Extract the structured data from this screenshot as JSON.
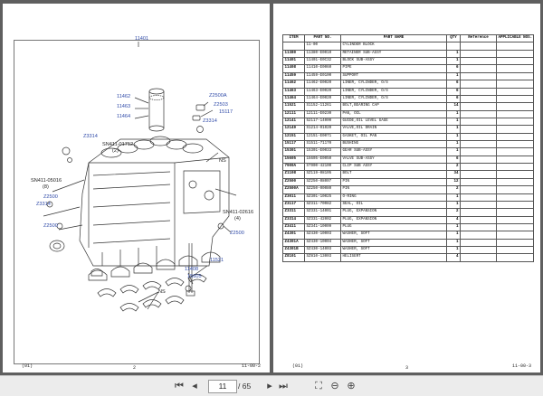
{
  "left_page": {
    "assembly_no": "11401",
    "footer_left": "(01)",
    "page_number": "2",
    "footer_right": "11-00-2",
    "callouts": {
      "c11462": "11462",
      "c11463": "11463",
      "c11464": "11464",
      "c22500a": "Z2500A",
      "c22503": "Z2503",
      "c15117": "15117",
      "c23314a": "Z3314",
      "c23314b": "Z3314",
      "csn411_01712": "SN411-01712",
      "csn411_01712_q": "(2)",
      "cns1": "NS",
      "csn411_05016": "SN411-05016",
      "csn411_05016_q": "(8)",
      "c22500b": "Z2500",
      "c23314c": "Z3314",
      "csn411_02616": "SN411-02616",
      "csn411_02616_q": "(4)",
      "c22500c": "Z2500",
      "c22500d": "Z2500",
      "c11521": "11521",
      "c11408": "11408",
      "c15605": "15605",
      "cns2": "NS"
    }
  },
  "right_page": {
    "footer_left": "(01)",
    "page_number": "3",
    "footer_right": "11-00-3",
    "table": {
      "headers": [
        "ITEM",
        "PART NO.",
        "PART NAME",
        "QTY",
        "Reference",
        "APPLICABLE NOS."
      ],
      "rows": [
        [
          "",
          "11-00",
          "CYLINDER BLOCK",
          "",
          "",
          ""
        ],
        [
          "11380",
          "11380-E0010",
          "RETAINER SUB-ASSY",
          "1",
          "",
          ""
        ],
        [
          "11401",
          "11401-E0C32",
          "BLOCK SUB-ASSY",
          "1",
          "",
          ""
        ],
        [
          "11408",
          "11410-E0060",
          "PIPE",
          "6",
          "",
          ""
        ],
        [
          "11459",
          "11459-E0100",
          "SUPPORT",
          "1",
          "",
          ""
        ],
        [
          "11462",
          "11462-E0020",
          "LINER, CYLINDER, O/S",
          "6",
          "",
          ""
        ],
        [
          "11463",
          "11463-E0020",
          "LINER, CYLINDER, O/S",
          "6",
          "",
          ""
        ],
        [
          "11464",
          "11464-E0020",
          "LINER, CYLINDER, O/S",
          "6",
          "",
          ""
        ],
        [
          "11521",
          "S1152-11261",
          "BOLT,BEARING CAP",
          "14",
          "",
          ""
        ],
        [
          "12111",
          "12111-E0230",
          "PAN, OIL",
          "1",
          "",
          ""
        ],
        [
          "12141",
          "52117-14000",
          "GUIDE,OIL LEVEL GAGE",
          "1",
          "",
          ""
        ],
        [
          "12149",
          "S1214-01020",
          "VALVE,OIL DRAIN",
          "1",
          "",
          ""
        ],
        [
          "12151",
          "12151-E0071",
          "GASKET, OIL PAN",
          "1",
          "",
          ""
        ],
        [
          "15117",
          "S1511-71170",
          "BUSHING",
          "1",
          "",
          ""
        ],
        [
          "15301",
          "15301-E0033",
          "GEAR SUB-ASSY",
          "1",
          "",
          ""
        ],
        [
          "15605",
          "15605-E0050",
          "VALVE SUB-ASSY",
          "6",
          "",
          ""
        ],
        [
          "7900A",
          "S7900-42100",
          "CLIP SUB ASSY",
          "2",
          "",
          ""
        ],
        [
          "Z1108",
          "SZ119-08105",
          "BOLT",
          "34",
          "",
          ""
        ],
        [
          "Z2500",
          "SZ250-08007",
          "PIN",
          "12",
          "",
          ""
        ],
        [
          "Z2500A",
          "SZ250-00080",
          "PIN",
          "2",
          "",
          ""
        ],
        [
          "Z3011",
          "SZ301-10025",
          "O-RING",
          "1",
          "",
          ""
        ],
        [
          "Z3117",
          "SZ311-70082",
          "SEAL, OIL",
          "1",
          "",
          ""
        ],
        [
          "Z3311",
          "SZ331-14001",
          "PLUG, EXPANSION",
          "2",
          "",
          ""
        ],
        [
          "Z3314",
          "SZ331-42002",
          "PLUG, EXPANSION",
          "4",
          "",
          ""
        ],
        [
          "Z3411",
          "SZ341-10009",
          "PLUG",
          "1",
          "",
          ""
        ],
        [
          "Z4301",
          "SZ430-10003",
          "WASHER, SOFT",
          "1",
          "",
          ""
        ],
        [
          "Z4301A",
          "SZ430-10004",
          "WASHER, SOFT",
          "1",
          "",
          ""
        ],
        [
          "Z4301B",
          "SZ430-14003",
          "WASHER, SOFT",
          "1",
          "",
          ""
        ],
        [
          "Z8101",
          "SZ810-13003",
          "HELISERT",
          "4",
          "",
          ""
        ]
      ]
    }
  },
  "toolbar": {
    "first_icon": "first-page-icon",
    "prev_icon": "prev-page-icon",
    "current_page": "11",
    "page_count": "/ 65",
    "next_icon": "next-page-icon",
    "last_icon": "last-page-icon",
    "fit_icon": "fit-page-icon",
    "zoom_out_icon": "zoom-out-icon",
    "zoom_in_icon": "zoom-in-icon"
  }
}
